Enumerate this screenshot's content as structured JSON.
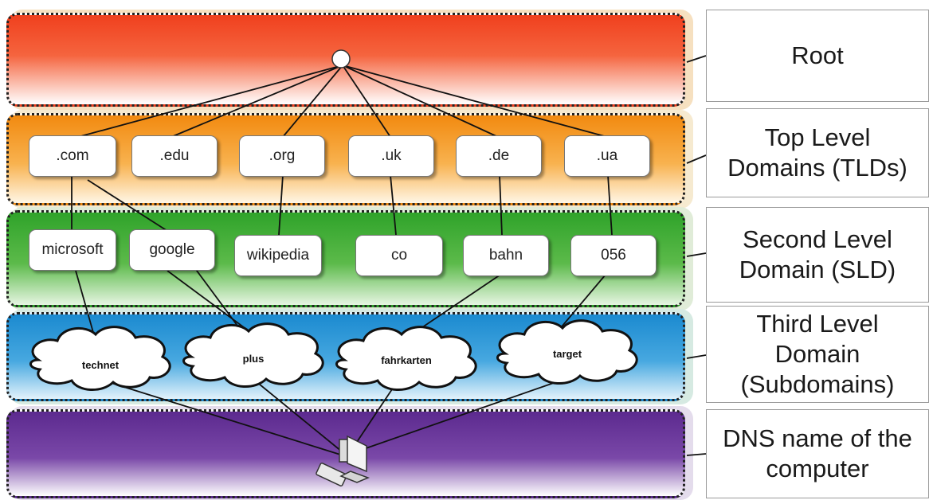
{
  "levels": {
    "root": "Root",
    "tld": "Top Level\nDomains (TLDs)",
    "sld": "Second Level\nDomain (SLD)",
    "third": "Third Level\nDomain\n(Subdomains)",
    "dns": "DNS name of the\ncomputer"
  },
  "root_node": ".",
  "tlds": [
    ".com",
    ".edu",
    ".org",
    ".uk",
    ".de",
    ".ua"
  ],
  "slds": [
    "microsoft",
    "google",
    "wikipedia",
    "co",
    "bahn",
    "056"
  ],
  "subdomains": [
    "technet",
    "plus",
    "fahrkarten",
    "target"
  ],
  "computer_icon": "computer-icon"
}
